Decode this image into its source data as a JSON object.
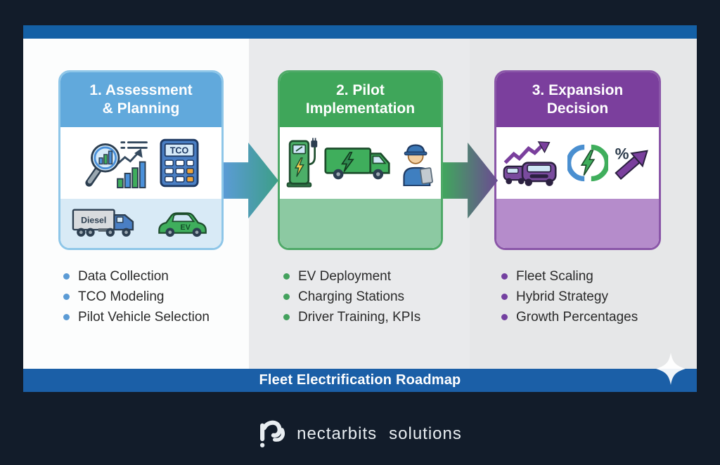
{
  "page": {
    "background": "#121c2a"
  },
  "top_bar": {
    "color": "#1460a5"
  },
  "footer_bar": {
    "title": "Fleet Electrification Roadmap",
    "color": "#1b5fa7",
    "text_color": "#ffffff"
  },
  "stages": [
    {
      "title_line1": "1. Assessment",
      "title_line2": "& Planning",
      "bullets": [
        "Data Collection",
        "TCO Modeling",
        "Pilot Vehicle Selection"
      ],
      "colors": {
        "header": "#61a9dc",
        "border": "#8ec6e8",
        "lower": "#d8eaf6",
        "bullet": "#5b9bd5",
        "column_bg": "#fcfdfd"
      },
      "icon_labels": {
        "calculator_screen": "TCO",
        "truck_label": "Diesel",
        "car_label": "EV"
      }
    },
    {
      "title_line1": "2. Pilot",
      "title_line2": "Implementation",
      "bullets": [
        "EV Deployment",
        "Charging Stations",
        "Driver Training, KPIs"
      ],
      "colors": {
        "header": "#3fa65a",
        "border": "#4fa968",
        "lower": "#8cc9a2",
        "bullet": "#43a15d",
        "column_bg": "#e9eaec"
      }
    },
    {
      "title_line1": "3. Expansion",
      "title_line2": "Decision",
      "bullets": [
        "Fleet Scaling",
        "Hybrid Strategy",
        "Growth Percentages"
      ],
      "colors": {
        "header": "#7b3f9d",
        "border": "#8a56a8",
        "lower": "#b58ccb",
        "bullet": "#7340a0",
        "column_bg": "#e6e7e8"
      },
      "icon_labels": {
        "percent": "%"
      }
    }
  ],
  "arrows": [
    {
      "gradient_from": "#5b9bd5",
      "gradient_to": "#3c9e87"
    },
    {
      "gradient_from": "#41a65e",
      "gradient_to": "#6b4a92"
    }
  ],
  "branding": {
    "name": "nectarbits",
    "suffix": "solutions"
  }
}
